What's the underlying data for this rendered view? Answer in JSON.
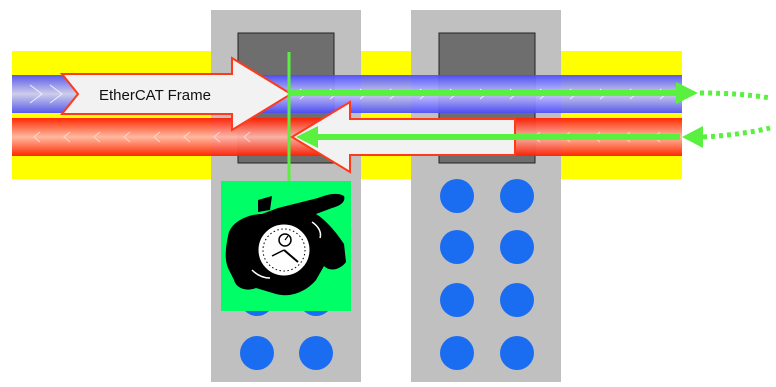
{
  "diagram": {
    "frame_label": "EtherCAT Frame",
    "colors": {
      "bus_background": "#ffff00",
      "outgoing_line": "#8080ff",
      "return_line": "#ff3a1a",
      "terminal_body": "#c0c0c0",
      "terminal_window": "#6e6e6e",
      "io_led": "#1a6cf0",
      "signal_green": "#59f040",
      "frame_arrow_fill": "#f2f2f2",
      "frame_arrow_outline": "#ff3a1a",
      "stopwatch_panel": "#00ff66"
    },
    "terminals": [
      {
        "id": "terminal-1",
        "has_stopwatch": true
      },
      {
        "id": "terminal-2",
        "has_stopwatch": false
      }
    ],
    "icons": {
      "stopwatch": "hand-holding-stopwatch-icon"
    }
  }
}
